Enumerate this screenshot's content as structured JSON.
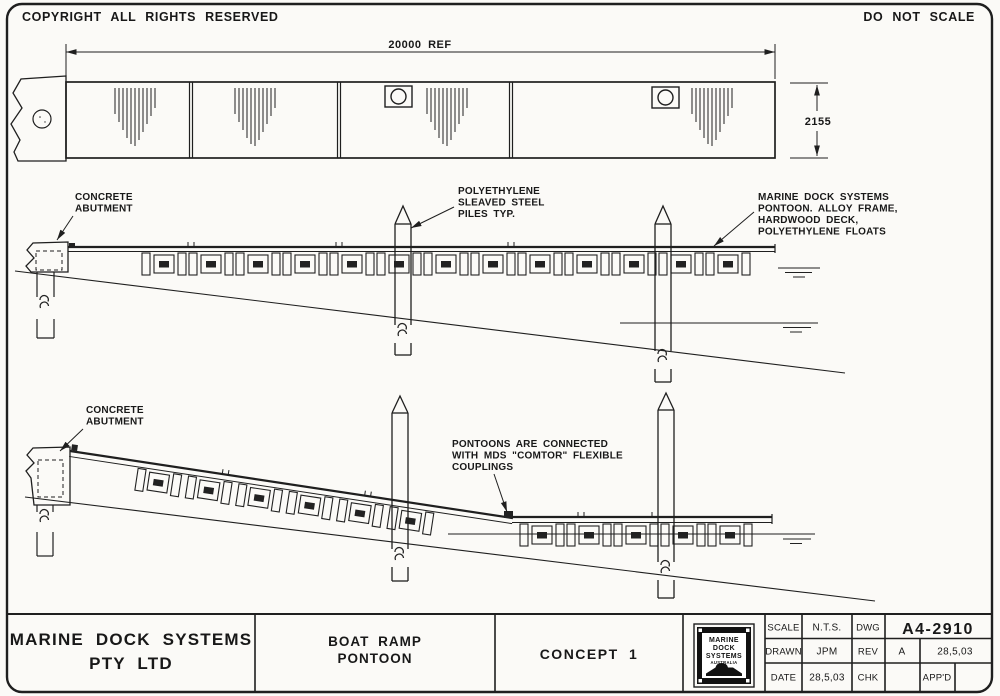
{
  "page": {
    "copyright": "COPYRIGHT ALL RIGHTS RESERVED",
    "do_not_scale": "DO NOT SCALE"
  },
  "plan": {
    "dim_length": "20000 REF",
    "dim_width": "2155"
  },
  "ann": {
    "abutment1": [
      "CONCRETE",
      "ABUTMENT"
    ],
    "piles": [
      "POLYETHYLENE",
      "SLEAVED STEEL",
      "PILES TYP."
    ],
    "pontoon": [
      "MARINE DOCK SYSTEMS",
      "PONTOON. ALLOY FRAME,",
      "HARDWOOD DECK,",
      "POLYETHYLENE FLOATS"
    ],
    "abutment2": [
      "CONCRETE",
      "ABUTMENT"
    ],
    "couplings": [
      "PONTOONS ARE CONNECTED",
      "WITH MDS \"COMTOR\" FLEXIBLE",
      "COUPLINGS"
    ]
  },
  "tb": {
    "company": [
      "MARINE DOCK SYSTEMS",
      "PTY LTD"
    ],
    "title": [
      "BOAT RAMP",
      "PONTOON"
    ],
    "concept": "CONCEPT 1",
    "logo": [
      "MARINE",
      "DOCK",
      "SYSTEMS",
      "AUSTRALIA"
    ],
    "scale_label": "SCALE",
    "scale": "N.T.S.",
    "drawn_label": "DRAWN",
    "drawn": "JPM",
    "date_label": "DATE",
    "date": "28,5,03",
    "dwg_label": "DWG",
    "dwg": "A4-2910",
    "rev_label": "REV",
    "rev": "A",
    "rev_date": "28,5,03",
    "chk_label": "CHK",
    "appd_label": "APP'D"
  }
}
